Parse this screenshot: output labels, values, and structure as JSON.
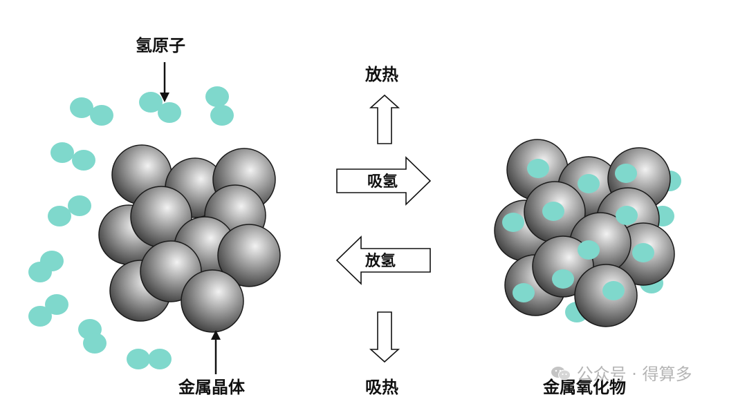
{
  "labels": {
    "hydrogen_atom": "氢原子",
    "metal_crystal": "金属晶体",
    "metal_hydride": "金属氧化物",
    "exotherm": "放热",
    "endotherm": "吸热",
    "absorb_hydrogen": "吸氢",
    "release_hydrogen": "放氢"
  },
  "watermark": {
    "text": "公众号 · 得算多",
    "icon": "wechat-icon"
  },
  "colors": {
    "hydrogen": "#7fd8cc",
    "metal_light": "#ededed",
    "metal_dark": "#3a3a3a",
    "outline": "#1a1a1a",
    "watermark": "#b5b5b5"
  }
}
